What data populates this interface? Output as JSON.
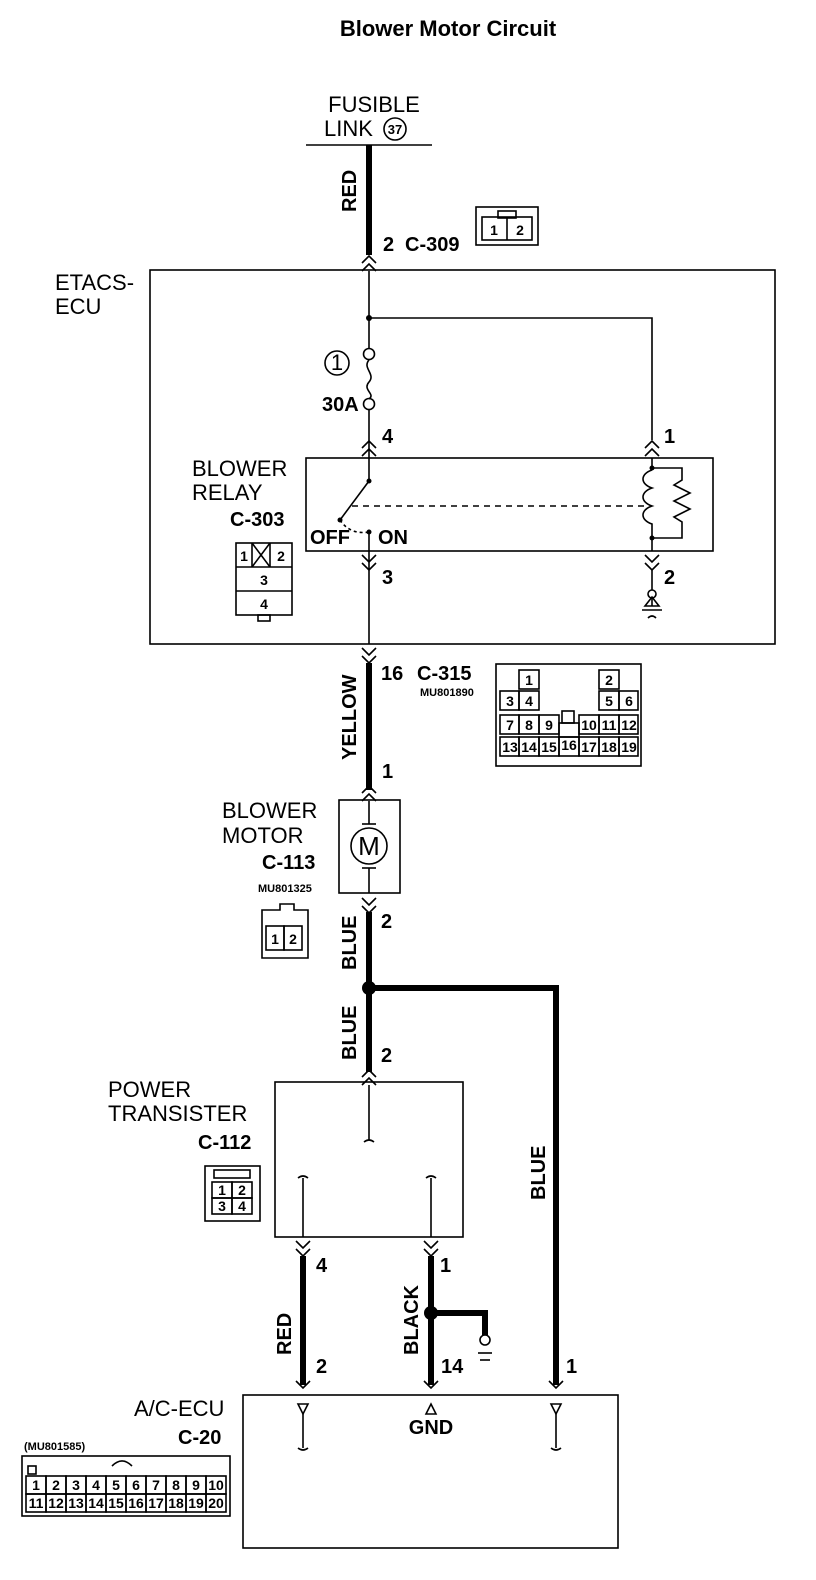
{
  "title": "Blower Motor Circuit",
  "fusible_link": {
    "line1": "FUSIBLE",
    "line2": "LINK",
    "number": "37"
  },
  "wires": {
    "red_top": "RED",
    "yellow": "YELLOW",
    "blue_upper": "BLUE",
    "blue_lower": "BLUE",
    "blue_right": "BLUE",
    "red_bottom": "RED",
    "black": "BLACK"
  },
  "etacs": {
    "line1": "ETACS-",
    "line2": "ECU",
    "fuse_number": "1",
    "fuse_rating": "30A",
    "relay_line1": "BLOWER",
    "relay_line2": "RELAY",
    "relay_connector": "C-303",
    "switch_off": "OFF",
    "switch_on": "ON",
    "c303_pins": [
      "1",
      "2",
      "3",
      "4"
    ]
  },
  "pins": {
    "c309_pin": "2",
    "etacs_4": "4",
    "etacs_1": "1",
    "etacs_3": "3",
    "etacs_2": "2",
    "c315_pin": "16",
    "motor_1": "1",
    "motor_2": "2",
    "pt_2": "2",
    "pt_4": "4",
    "pt_1": "1",
    "ecu_2": "2",
    "ecu_14": "14",
    "ecu_1": "1"
  },
  "connectors": {
    "c309": {
      "name": "C-309",
      "pins": [
        "1",
        "2"
      ]
    },
    "c315": {
      "name": "C-315",
      "part": "MU801890",
      "pins": [
        "1",
        "2",
        "3",
        "4",
        "5",
        "6",
        "7",
        "8",
        "9",
        "10",
        "11",
        "12",
        "13",
        "14",
        "15",
        "16",
        "17",
        "18",
        "19"
      ]
    },
    "c113": {
      "part": "MU801325",
      "pins": [
        "1",
        "2"
      ]
    },
    "c112": {
      "pins": [
        "1",
        "2",
        "3",
        "4"
      ]
    },
    "c20": {
      "part": "(MU801585)",
      "pins": [
        "1",
        "2",
        "3",
        "4",
        "5",
        "6",
        "7",
        "8",
        "9",
        "10",
        "11",
        "12",
        "13",
        "14",
        "15",
        "16",
        "17",
        "18",
        "19",
        "20"
      ]
    }
  },
  "blower_motor": {
    "line1": "BLOWER",
    "line2": "MOTOR",
    "connector": "C-113",
    "symbol": "M"
  },
  "power_transister": {
    "line1": "POWER",
    "line2": "TRANSISTER",
    "connector": "C-112"
  },
  "ac_ecu": {
    "name": "A/C-ECU",
    "connector": "C-20",
    "gnd": "GND"
  }
}
